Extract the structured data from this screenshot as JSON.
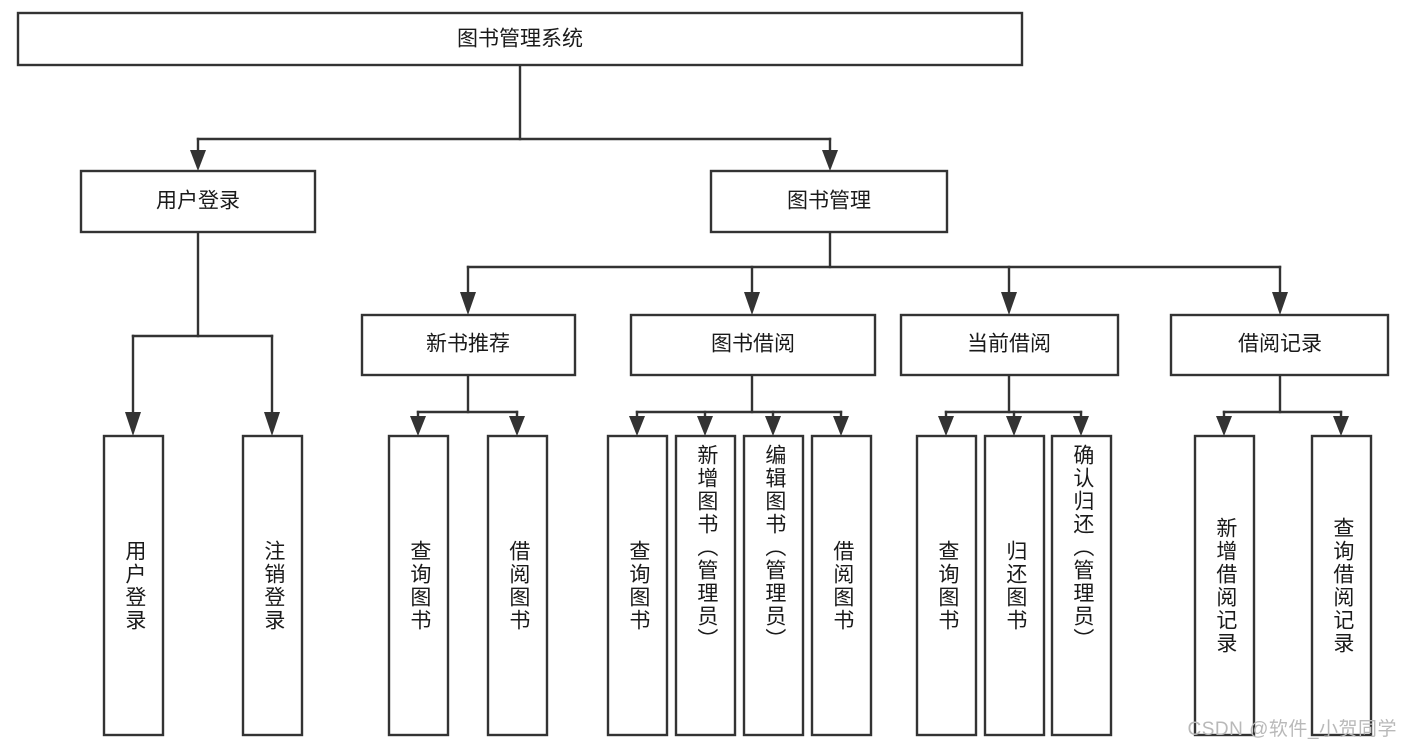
{
  "diagram": {
    "title": "图书管理系统",
    "watermark": "CSDN @软件_小贺同学",
    "colors": {
      "stroke": "#333333",
      "box_fill": "#ffffff",
      "text": "#1a1a1a",
      "watermark": "#b9b9b9",
      "background": "#ffffff"
    },
    "root": {
      "label": "图书管理系统"
    },
    "level2": [
      {
        "label": "用户登录"
      },
      {
        "label": "图书管理"
      }
    ],
    "level3": [
      {
        "label": "新书推荐"
      },
      {
        "label": "图书借阅"
      },
      {
        "label": "当前借阅"
      },
      {
        "label": "借阅记录"
      }
    ],
    "leaves": {
      "user_login": [
        {
          "label": "用户登录"
        },
        {
          "label": "注销登录"
        }
      ],
      "new_book": [
        {
          "label": "查询图书"
        },
        {
          "label": "借阅图书"
        }
      ],
      "book_borrow": [
        {
          "label": "查询图书"
        },
        {
          "label": "新增图书（管理员）"
        },
        {
          "label": "编辑图书（管理员）"
        },
        {
          "label": "借阅图书"
        }
      ],
      "current_borrow": [
        {
          "label": "查询图书"
        },
        {
          "label": "归还图书"
        },
        {
          "label": "确认归还（管理员）"
        }
      ],
      "borrow_record": [
        {
          "label": "新增借阅记录"
        },
        {
          "label": "查询借阅记录"
        }
      ]
    }
  }
}
